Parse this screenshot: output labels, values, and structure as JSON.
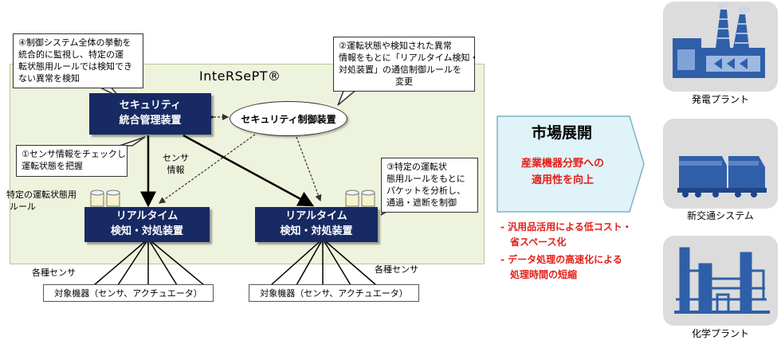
{
  "system": {
    "title": "InteRSePT®",
    "security_mgmt": {
      "line1": "セキュリティ",
      "line2": "統合管理装置"
    },
    "security_control": "セキュリティ制御装置",
    "rt_left": {
      "line1": "リアルタイム",
      "line2": "検知・対処装置"
    },
    "rt_right": {
      "line1": "リアルタイム",
      "line2": "検知・対処装置"
    },
    "sensor_info": {
      "line1": "センサ",
      "line2": "情報"
    },
    "rule_label": {
      "line1": "特定の運転状態用",
      "line2": "ルール"
    }
  },
  "callouts": {
    "c4": [
      "④制御システム全体の挙動を",
      "統合的に監視し、特定の運",
      "転状態用ルールでは検知でき",
      "ない異常を検知"
    ],
    "c2": [
      "②運転状態や検知された異常",
      "情報をもとに「リアルタイム検知・",
      "対処装置」の通信制御ルールを",
      "変更"
    ],
    "c1": [
      "①センサ情報をチェックし",
      "運転状態を把握"
    ],
    "c3": [
      "③特定の運転状",
      "態用ルールをもとに",
      "パケットを分析し、",
      "通過・遮断を制御"
    ]
  },
  "sensors": {
    "left_label": "各種センサ",
    "right_label": "各種センサ"
  },
  "targets": {
    "left": "対象機器（センサ、アクチュエータ）",
    "right": "対象機器（センサ、アクチュエータ）"
  },
  "market": {
    "title": "市場展開",
    "subtitle_line1": "産業機器分野への",
    "subtitle_line2": "適用性を向上",
    "bullets": [
      [
        "- 汎用品活用による低コスト・",
        "  省スペース化"
      ],
      [
        "- データ処理の高速化による",
        "  処理時間の短縮"
      ]
    ]
  },
  "applications": [
    {
      "label": "発電プラント",
      "icon": "power-plant-icon"
    },
    {
      "label": "新交通システム",
      "icon": "train-icon"
    },
    {
      "label": "化学プラント",
      "icon": "chemical-plant-icon"
    }
  ],
  "colors": {
    "navy": "#172a63",
    "panel": "#eef3de",
    "accent_red": "#e3201a",
    "arrow_fill": "#dff3f8",
    "icon_blue": "#2f5fa8"
  }
}
